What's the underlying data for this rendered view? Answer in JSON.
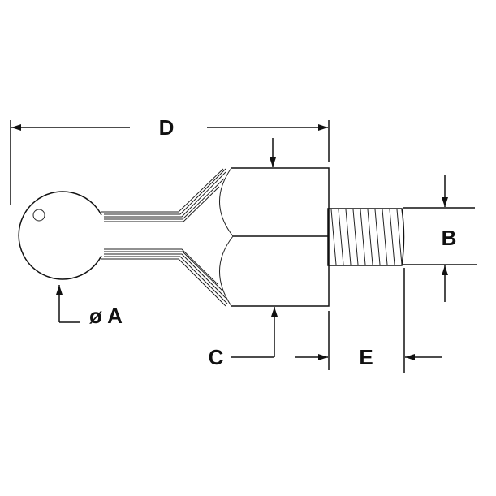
{
  "drawing": {
    "labels": {
      "a": "ø A",
      "b": "B",
      "c": "C",
      "d": "D",
      "e": "E"
    },
    "colors": {
      "line": "#111111",
      "background": "#ffffff"
    }
  }
}
